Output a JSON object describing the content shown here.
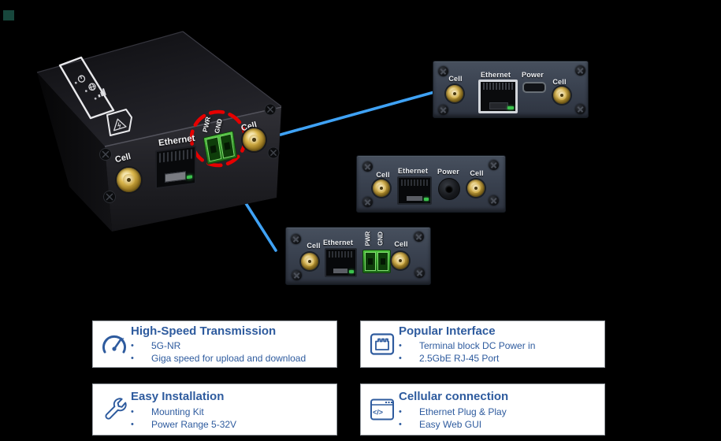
{
  "scene": {
    "background": "#000000",
    "description": "5G cellular gateway product overview with interchangeable faceplates and feature callouts"
  },
  "device": {
    "name": "5G cellular gateway",
    "front_labels": {
      "cell_left": "Cell",
      "ethernet": "Ethernet",
      "pwr": "PWR",
      "gnd": "GND",
      "cell_right": "Cell"
    },
    "top_indicators": [
      "power-icon",
      "globe-icon",
      "signal-strength-icon",
      "warning-icon"
    ]
  },
  "faceplates": [
    {
      "id": "usb-c-power-plate",
      "labels": {
        "cell_left": "Cell",
        "ethernet": "Ethernet",
        "power": "Power",
        "cell_right": "Cell"
      }
    },
    {
      "id": "dc-jack-power-plate",
      "labels": {
        "cell_left": "Cell",
        "ethernet": "Ethernet",
        "power": "Power",
        "cell_right": "Cell"
      }
    },
    {
      "id": "terminal-block-power-plate",
      "labels": {
        "cell_left": "Cell",
        "ethernet": "Ethernet",
        "pwr": "PWR",
        "gnd": "GND",
        "cell_right": "Cell"
      }
    }
  ],
  "features": [
    {
      "icon": "speedometer-icon",
      "title": "High-Speed Transmission",
      "bullets": [
        "5G-NR",
        "Giga speed for upload and download"
      ]
    },
    {
      "icon": "ethernet-port-icon",
      "title": "Popular Interface",
      "bullets": [
        "Terminal block DC Power in",
        "2.5GbE RJ-45 Port"
      ]
    },
    {
      "icon": "wrench-icon",
      "title": "Easy Installation",
      "bullets": [
        "Mounting Kit",
        "Power Range 5-32V"
      ]
    },
    {
      "icon": "code-window-icon",
      "title": "Cellular connection",
      "icon_glyph": "</>",
      "bullets": [
        "Ethernet Plug & Play",
        "Easy Web GUI"
      ]
    }
  ],
  "colors": {
    "accent_blue": "#2E5B9E",
    "connector_line_blue": "#3FA2F5",
    "highlight_red": "#E60000",
    "terminal_green": "#3BA832",
    "led_green": "#3BC24D",
    "plate_gray": "#3A4250",
    "gold": "#C9A43B"
  }
}
